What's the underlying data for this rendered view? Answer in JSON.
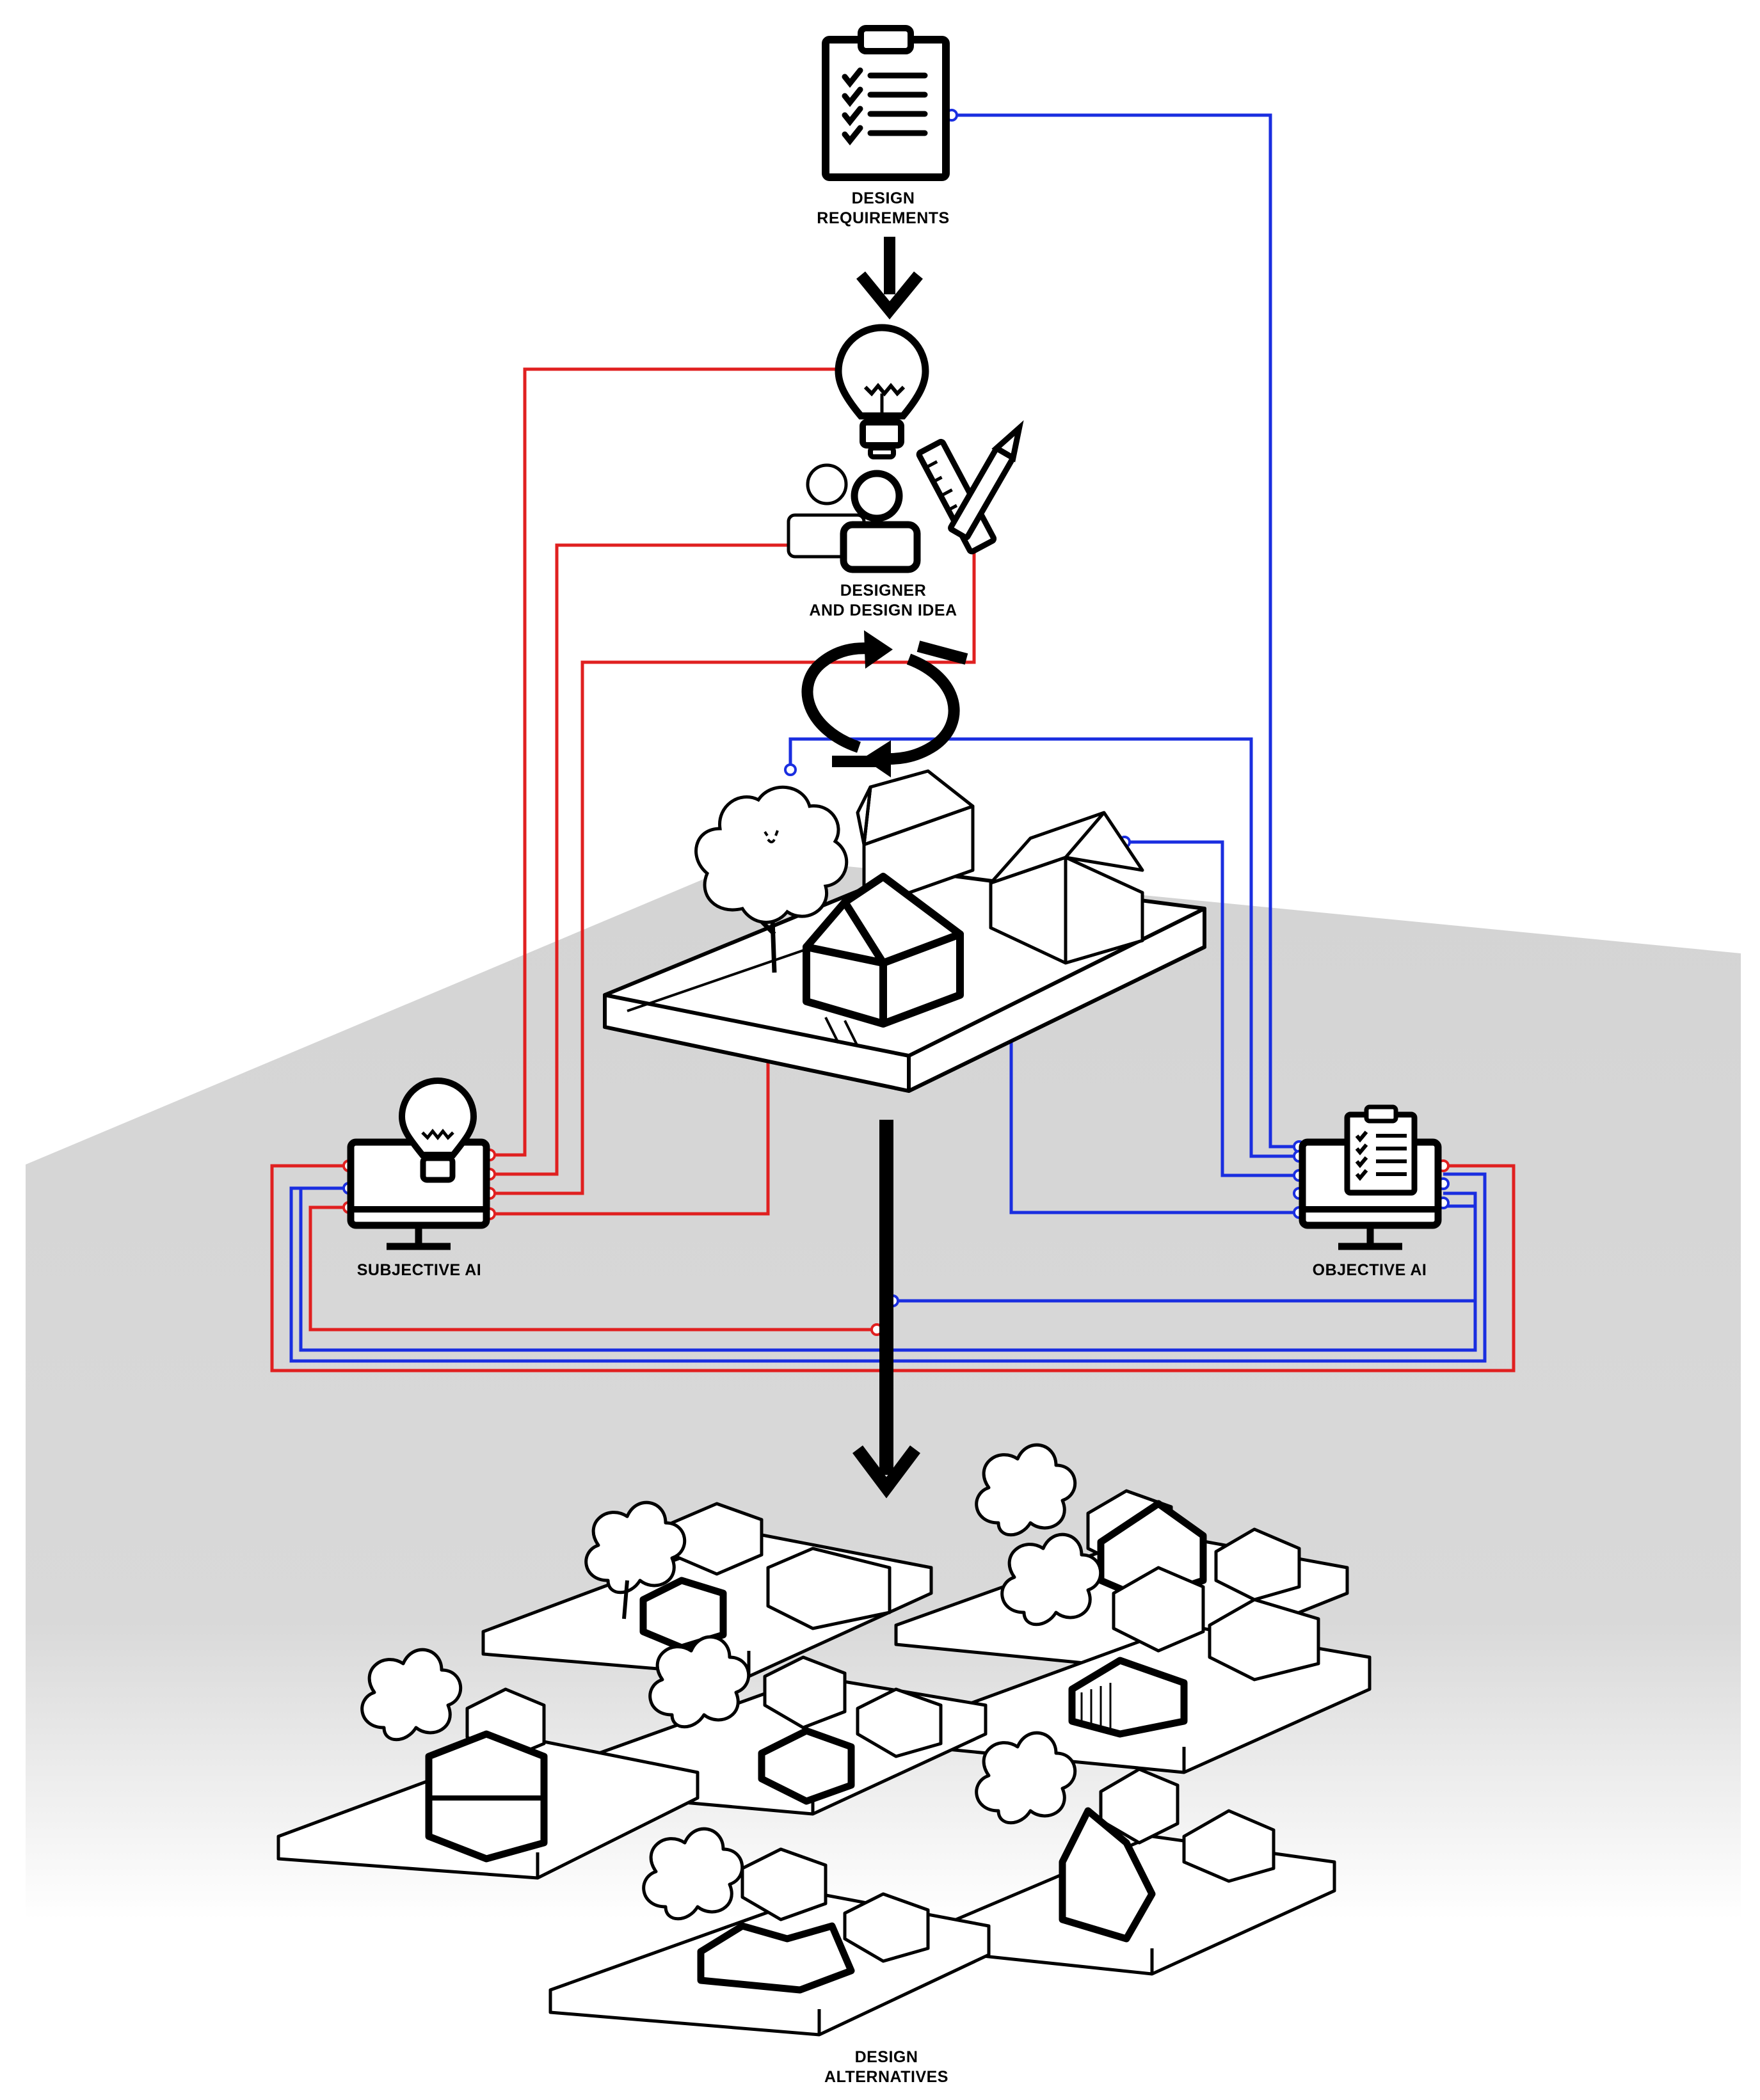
{
  "labels": {
    "design_requirements": "DESIGN\nREQUIREMENTS",
    "designer": "DESIGNER\nAND DESIGN IDEA",
    "subjective_ai": "SUBJECTIVE AI",
    "objective_ai": "OBJECTIVE AI",
    "design_alternatives": "DESIGN\nALTERNATIVES"
  },
  "colors": {
    "subjective_link": "#e02020",
    "objective_link": "#1a2ee0",
    "ground": "#d4d4d4",
    "outline": "#000000"
  },
  "icons": [
    "clipboard-icon",
    "lightbulb-icon",
    "designer-icon",
    "ruler-pencil-icon",
    "cycle-arrows-icon",
    "computer-monitor-icon",
    "tree-icon",
    "house-icon"
  ]
}
